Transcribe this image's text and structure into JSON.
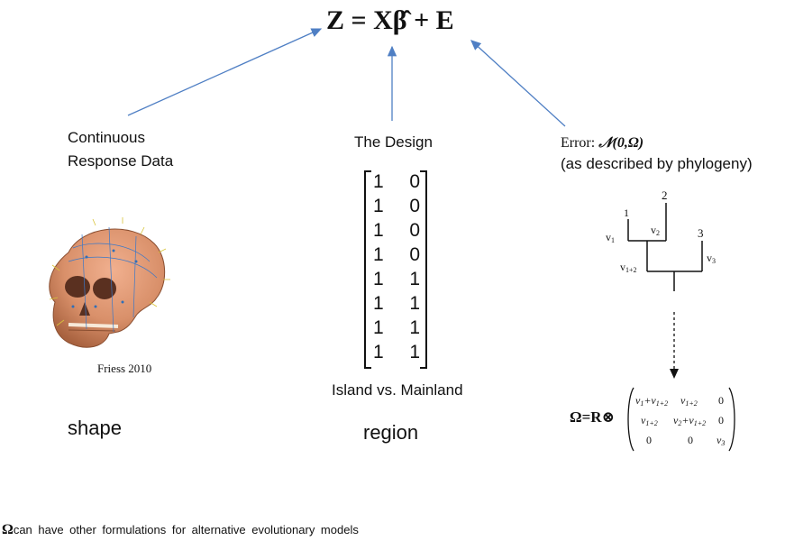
{
  "equation": {
    "text": "Z = Xβ̂ + E"
  },
  "labels": {
    "continuous_line1": "Continuous",
    "continuous_line2": "Response  Data",
    "design": "The Design",
    "error_prefix": "Error: ",
    "error_dist": "𝒩(0,Ω)",
    "error_sub": "(as described by phylogeny)",
    "citation": "Friess 2010",
    "shape": "shape",
    "region": "region",
    "island": "Island vs. Mainland"
  },
  "design_matrix": {
    "rows": [
      [
        "1",
        "0"
      ],
      [
        "1",
        "0"
      ],
      [
        "1",
        "0"
      ],
      [
        "1",
        "0"
      ],
      [
        "1",
        "1"
      ],
      [
        "1",
        "1"
      ],
      [
        "1",
        "1"
      ],
      [
        "1",
        "1"
      ]
    ]
  },
  "tree": {
    "tips": [
      "1",
      "2",
      "3"
    ],
    "branches": [
      "v1",
      "v2",
      "v1+2",
      "v3"
    ]
  },
  "omega": {
    "lhs": "Ω=R⊗",
    "matrix": [
      [
        "v1+v1+2",
        "v1+2",
        "0"
      ],
      [
        "v1+2",
        "v2+v1+2",
        "0"
      ],
      [
        "0",
        "0",
        "v3"
      ]
    ]
  },
  "footnote": {
    "symbol": "Ω",
    "text": "can have other formulations for alternative evolutionary models"
  },
  "colors": {
    "arrow": "#4f7fc4",
    "skull": "#d9906a"
  }
}
